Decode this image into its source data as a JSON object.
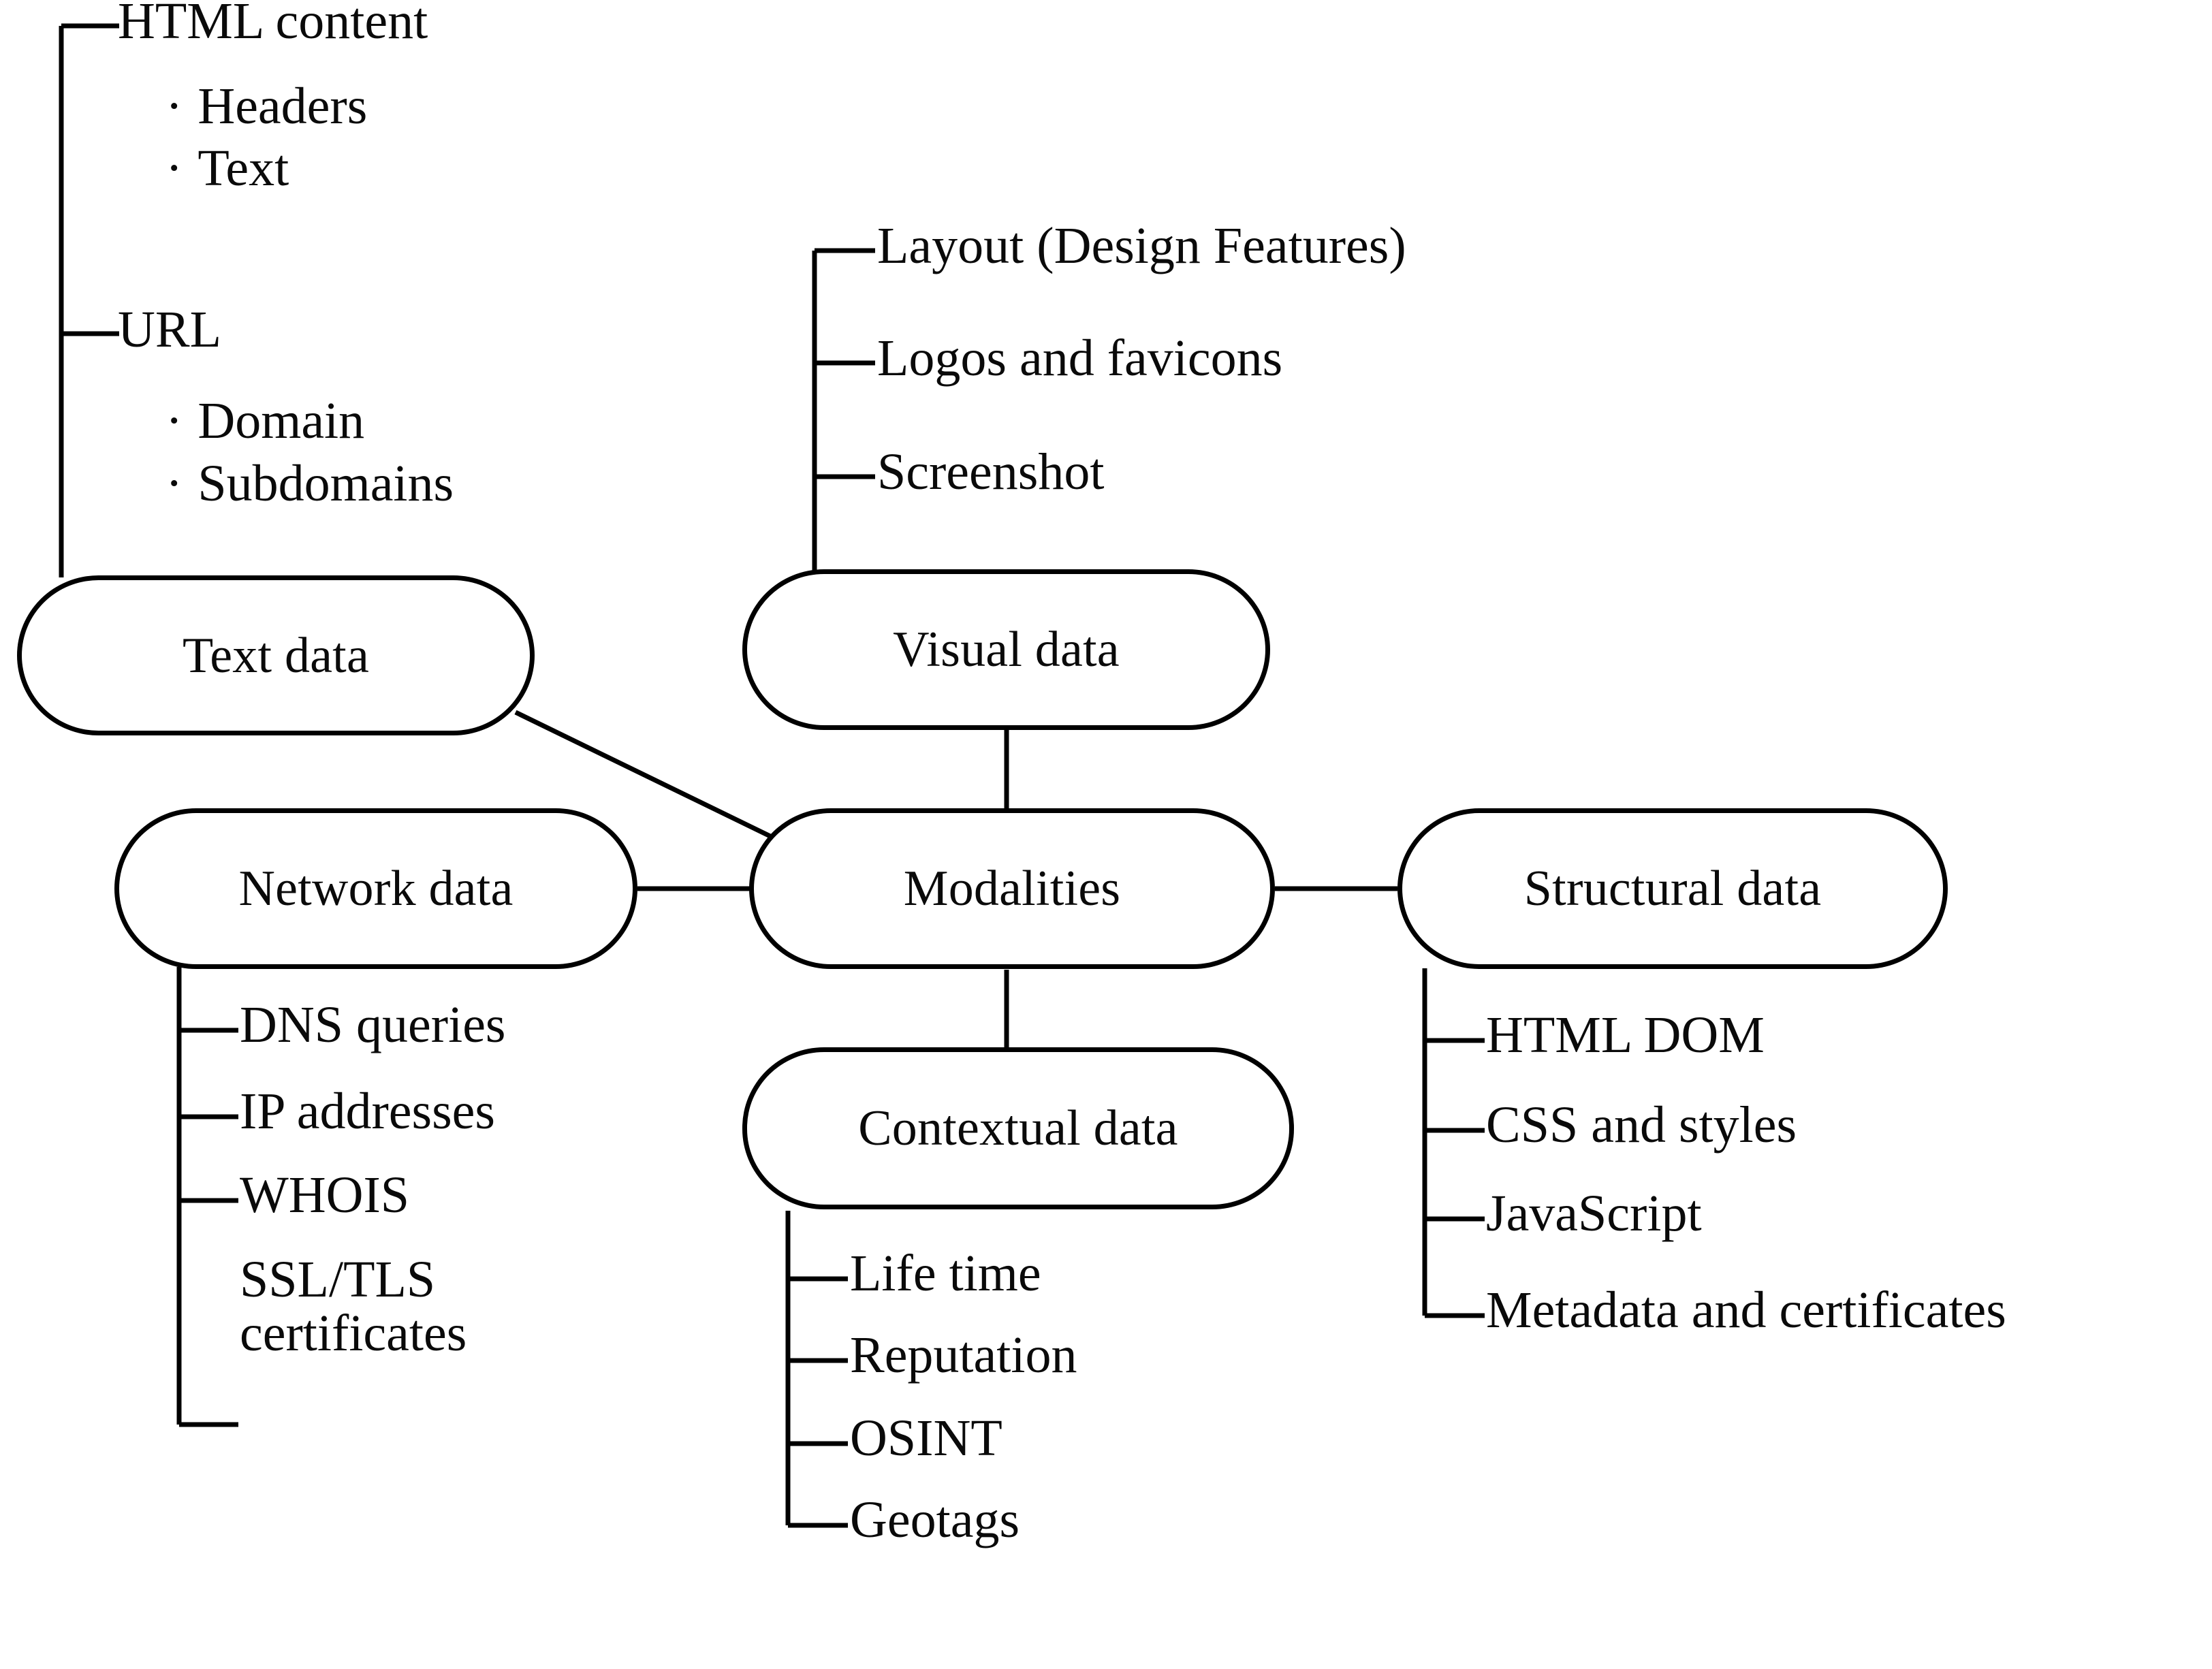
{
  "diagram": {
    "title": "Modalities",
    "type": "mind-map",
    "stroke_color": "#000000",
    "background_color": "#ffffff",
    "text_color": "#0a0a0a"
  },
  "center_node": {
    "label": "Modalities"
  },
  "branches": [
    {
      "id": "text-data",
      "label": "Text data",
      "items": [
        {
          "label": "HTML content",
          "children": [
            "Headers",
            "Text"
          ]
        },
        {
          "label": "URL",
          "children": [
            "Domain",
            "Subdomains"
          ]
        }
      ]
    },
    {
      "id": "visual-data",
      "label": "Visual data",
      "items": [
        {
          "label": "Layout (Design Features)",
          "children": []
        },
        {
          "label": "Logos and favicons",
          "children": []
        },
        {
          "label": "Screenshot",
          "children": []
        }
      ]
    },
    {
      "id": "network-data",
      "label": "Network data",
      "items": [
        {
          "label": "DNS queries",
          "children": []
        },
        {
          "label": "IP addresses",
          "children": []
        },
        {
          "label": "WHOIS",
          "children": []
        },
        {
          "label": "SSL/TLS certificates",
          "children": []
        }
      ]
    },
    {
      "id": "contextual-data",
      "label": "Contextual data",
      "items": [
        {
          "label": "Life time",
          "children": []
        },
        {
          "label": "Reputation",
          "children": []
        },
        {
          "label": "OSINT",
          "children": []
        },
        {
          "label": "Geotags",
          "children": []
        }
      ]
    },
    {
      "id": "structural-data",
      "label": "Structural data",
      "items": [
        {
          "label": "HTML DOM",
          "children": []
        },
        {
          "label": "CSS and styles",
          "children": []
        },
        {
          "label": "JavaScript",
          "children": []
        },
        {
          "label": "Metadata and certificates",
          "children": []
        }
      ]
    }
  ],
  "bullet_glyph": "·"
}
